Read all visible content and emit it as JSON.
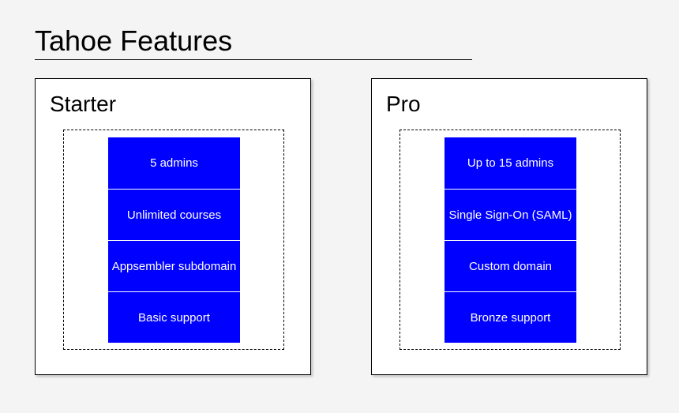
{
  "diagram": {
    "title": "Tahoe Features",
    "background_color": "#f4f4f4",
    "accent_color": "#0000ff",
    "chip_text_color": "#ffffff",
    "border_color": "#000000"
  },
  "plans": [
    {
      "name": "Starter",
      "features": [
        {
          "label": "5 admins"
        },
        {
          "label": "Unlimited courses"
        },
        {
          "label": "Appsembler subdomain"
        },
        {
          "label": "Basic support"
        }
      ]
    },
    {
      "name": "Pro",
      "features": [
        {
          "label": "Up to 15 admins"
        },
        {
          "label": "Single Sign-On (SAML)"
        },
        {
          "label": "Custom domain"
        },
        {
          "label": "Bronze support"
        }
      ]
    }
  ]
}
